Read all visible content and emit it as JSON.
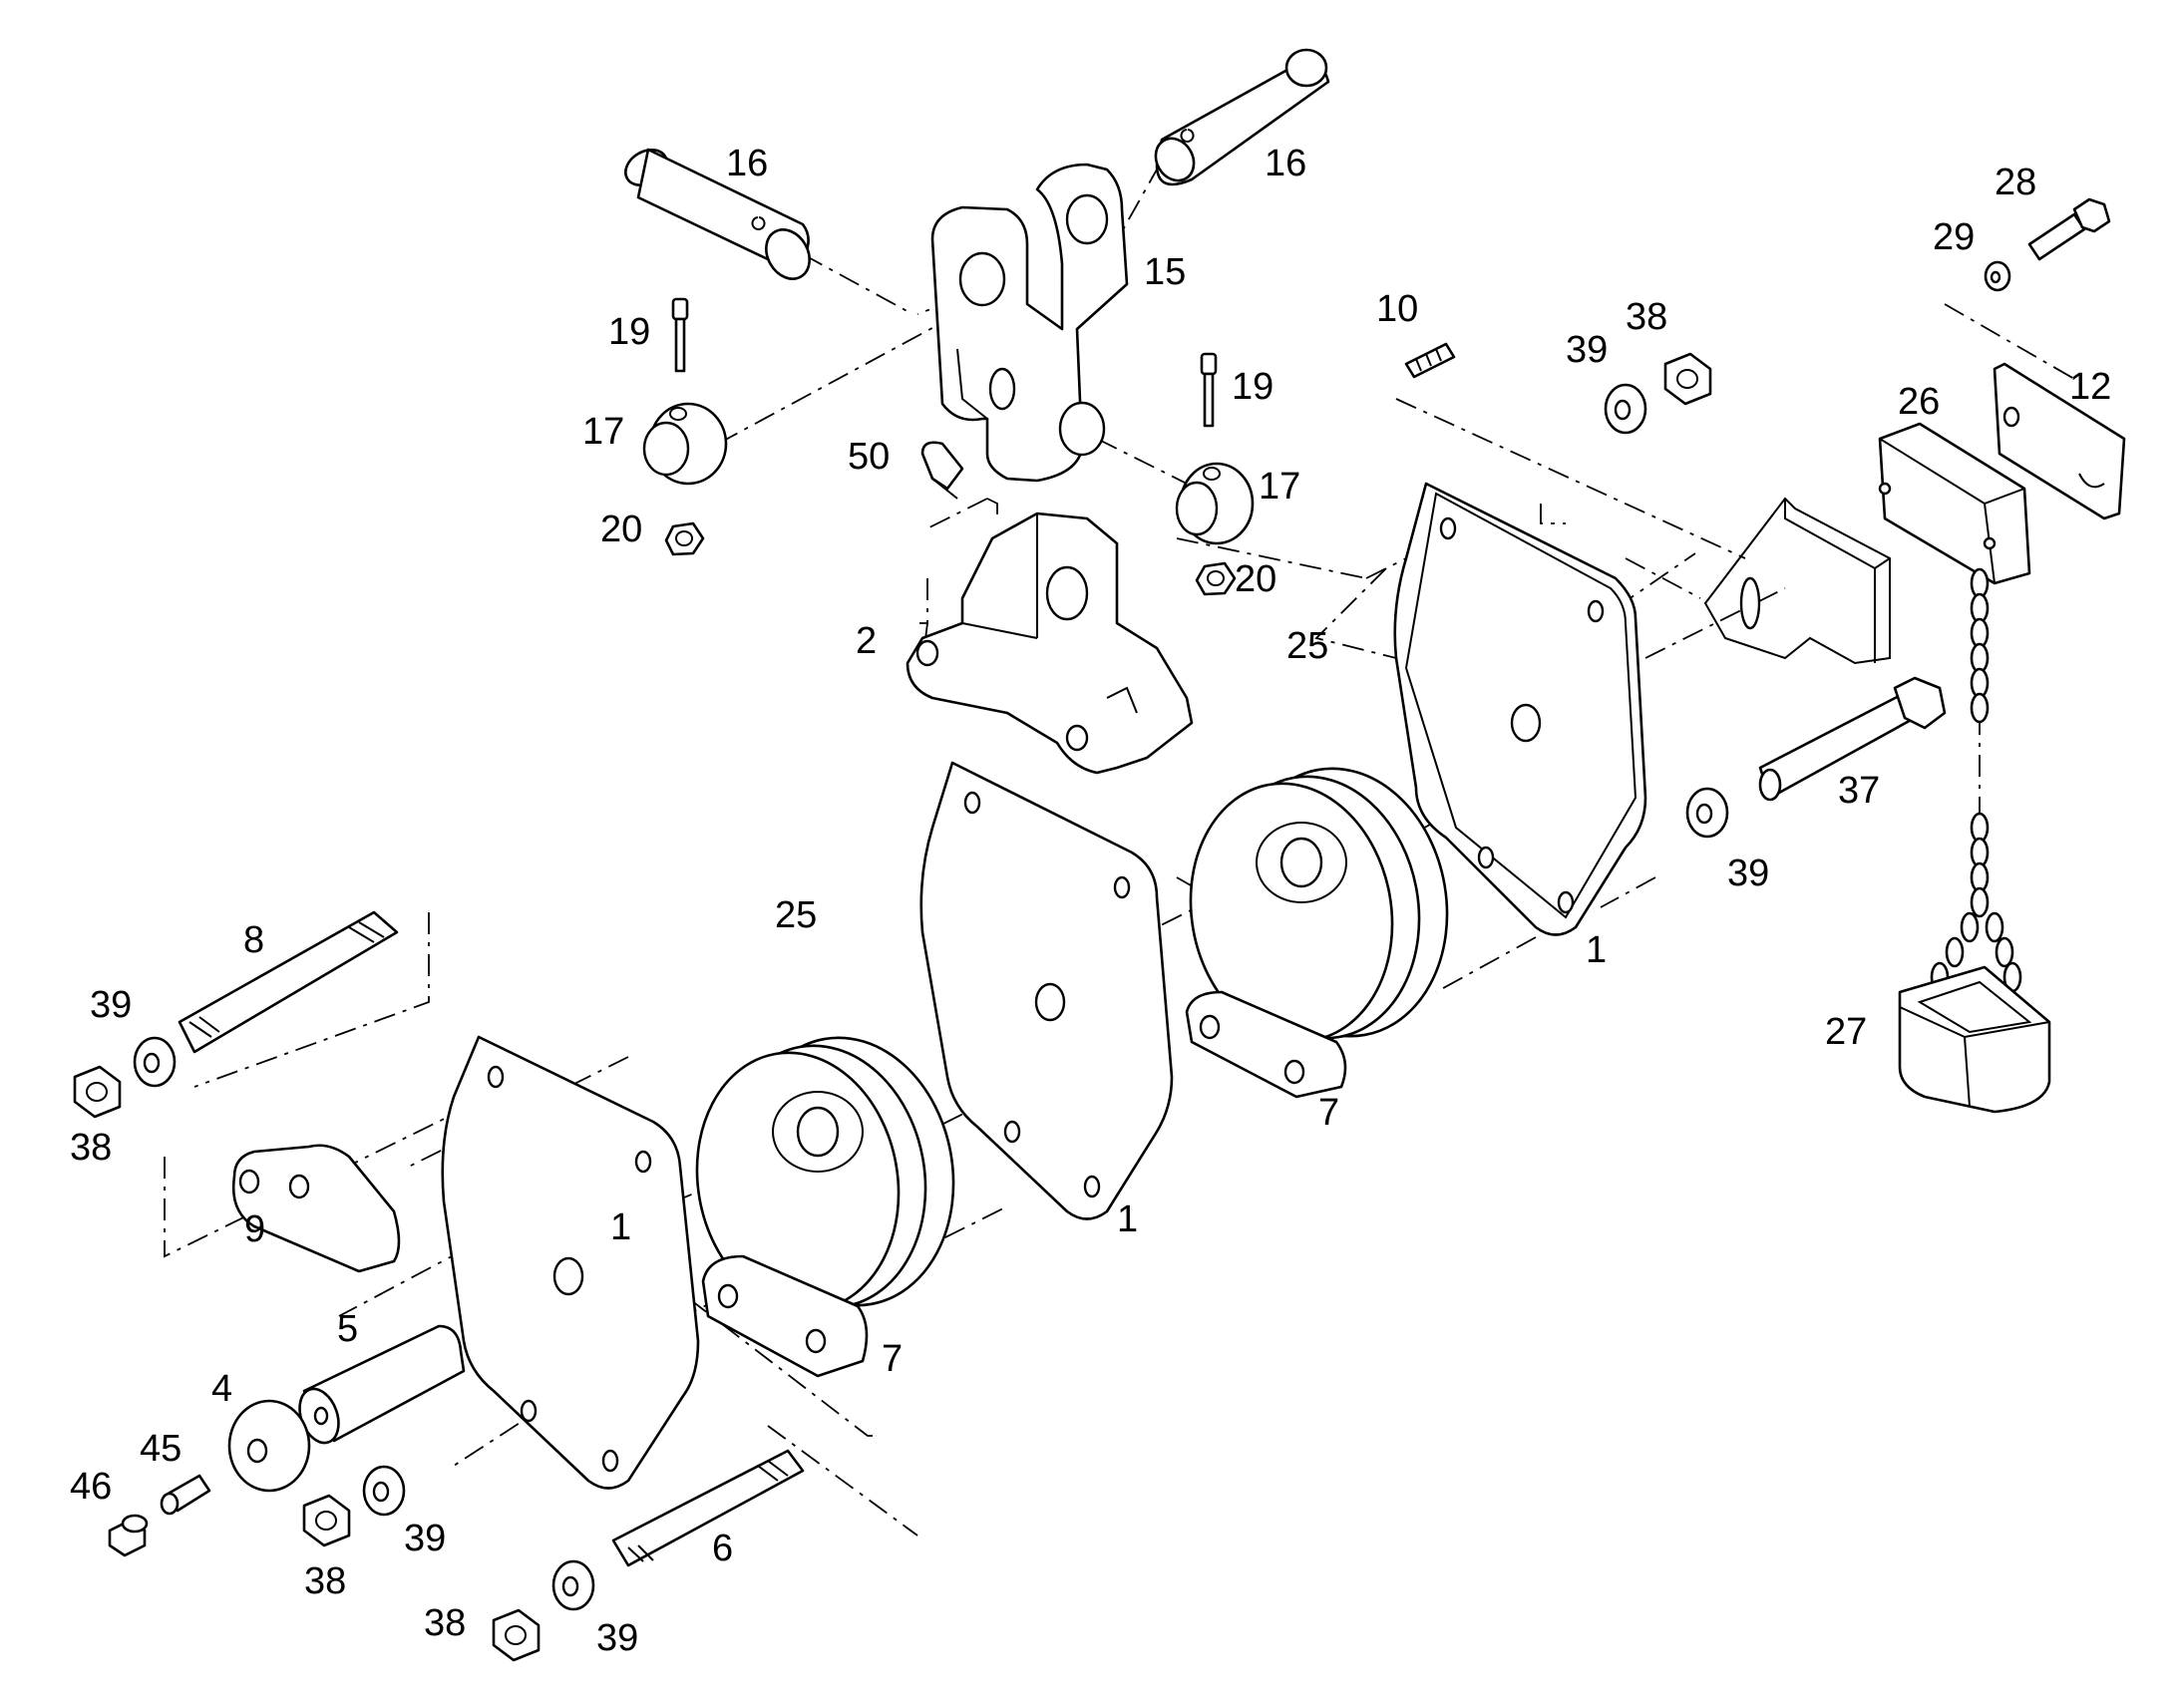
{
  "labels": {
    "l1a": "1",
    "l1b": "1",
    "l1c": "1",
    "l2": "2",
    "l4": "4",
    "l5": "5",
    "l6": "6",
    "l7a": "7",
    "l7b": "7",
    "l8": "8",
    "l9": "9",
    "l10": "10",
    "l12": "12",
    "l15": "15",
    "l16a": "16",
    "l16b": "16",
    "l17a": "17",
    "l17b": "17",
    "l19a": "19",
    "l19b": "19",
    "l20a": "20",
    "l20b": "20",
    "l25a": "25",
    "l25b": "25",
    "l26": "26",
    "l27": "27",
    "l28": "28",
    "l29": "29",
    "l37": "37",
    "l38a": "38",
    "l38b": "38",
    "l38c": "38",
    "l38d": "38",
    "l39a": "39",
    "l39b": "39",
    "l39c": "39",
    "l39d": "39",
    "l39e": "39",
    "l45": "45",
    "l46": "46",
    "l50": "50"
  }
}
